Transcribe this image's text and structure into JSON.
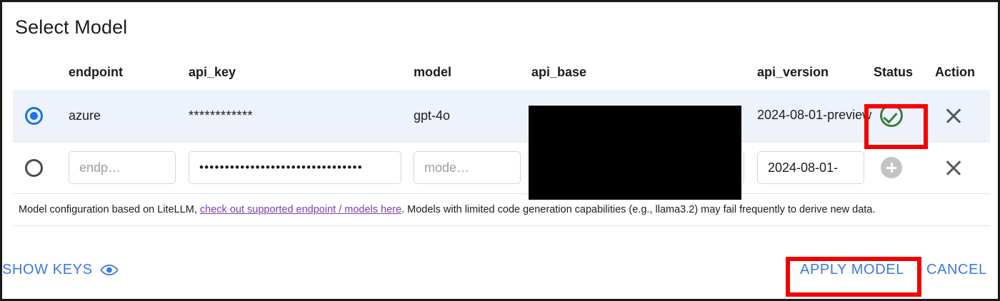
{
  "dialog": {
    "title": "Select Model"
  },
  "table": {
    "headers": {
      "select": "",
      "endpoint": "endpoint",
      "api_key": "api_key",
      "model": "model",
      "api_base": "api_base",
      "api_version": "api_version",
      "status": "Status",
      "action": "Action"
    },
    "rows": [
      {
        "selected": true,
        "endpoint": "azure",
        "api_key": "************",
        "model": "gpt-4o",
        "api_base": "",
        "api_version": "2024-08-01-preview",
        "status_icon": "check-circle-icon",
        "action_icon": "close-icon"
      },
      {
        "selected": false,
        "endpoint_placeholder": "endp…",
        "endpoint_value": "",
        "api_key_value": "••••••••••••••••••••••••••••••••",
        "model_placeholder": "mode…",
        "model_value": "",
        "api_base_placeholder": "",
        "api_base_value": "",
        "api_version_value": "2024-08-01-",
        "status_icon": "plus-circle-icon",
        "action_icon": "close-icon"
      }
    ]
  },
  "note": {
    "prefix": "Model configuration based on LiteLLM, ",
    "link": "check out supported endpoint / models here",
    "suffix": ". Models with limited code generation capabilities (e.g., llama3.2) may fail frequently to derive new data."
  },
  "footer": {
    "show_keys_label": "SHOW KEYS",
    "show_keys_icon": "eye-icon",
    "apply_label": "APPLY MODEL",
    "cancel_label": "CANCEL"
  },
  "annotations": {
    "highlight_color": "#f50000",
    "status_highlight": "status-check-highlight",
    "apply_highlight": "apply-model-highlight"
  },
  "colors": {
    "accent_blue": "#3b78e7",
    "radio_blue": "#1a73e8",
    "row_selected_bg": "#eef2fb",
    "link_purple": "#7a3fb8",
    "status_green": "#3a7d3a",
    "redaction": "#000000"
  }
}
